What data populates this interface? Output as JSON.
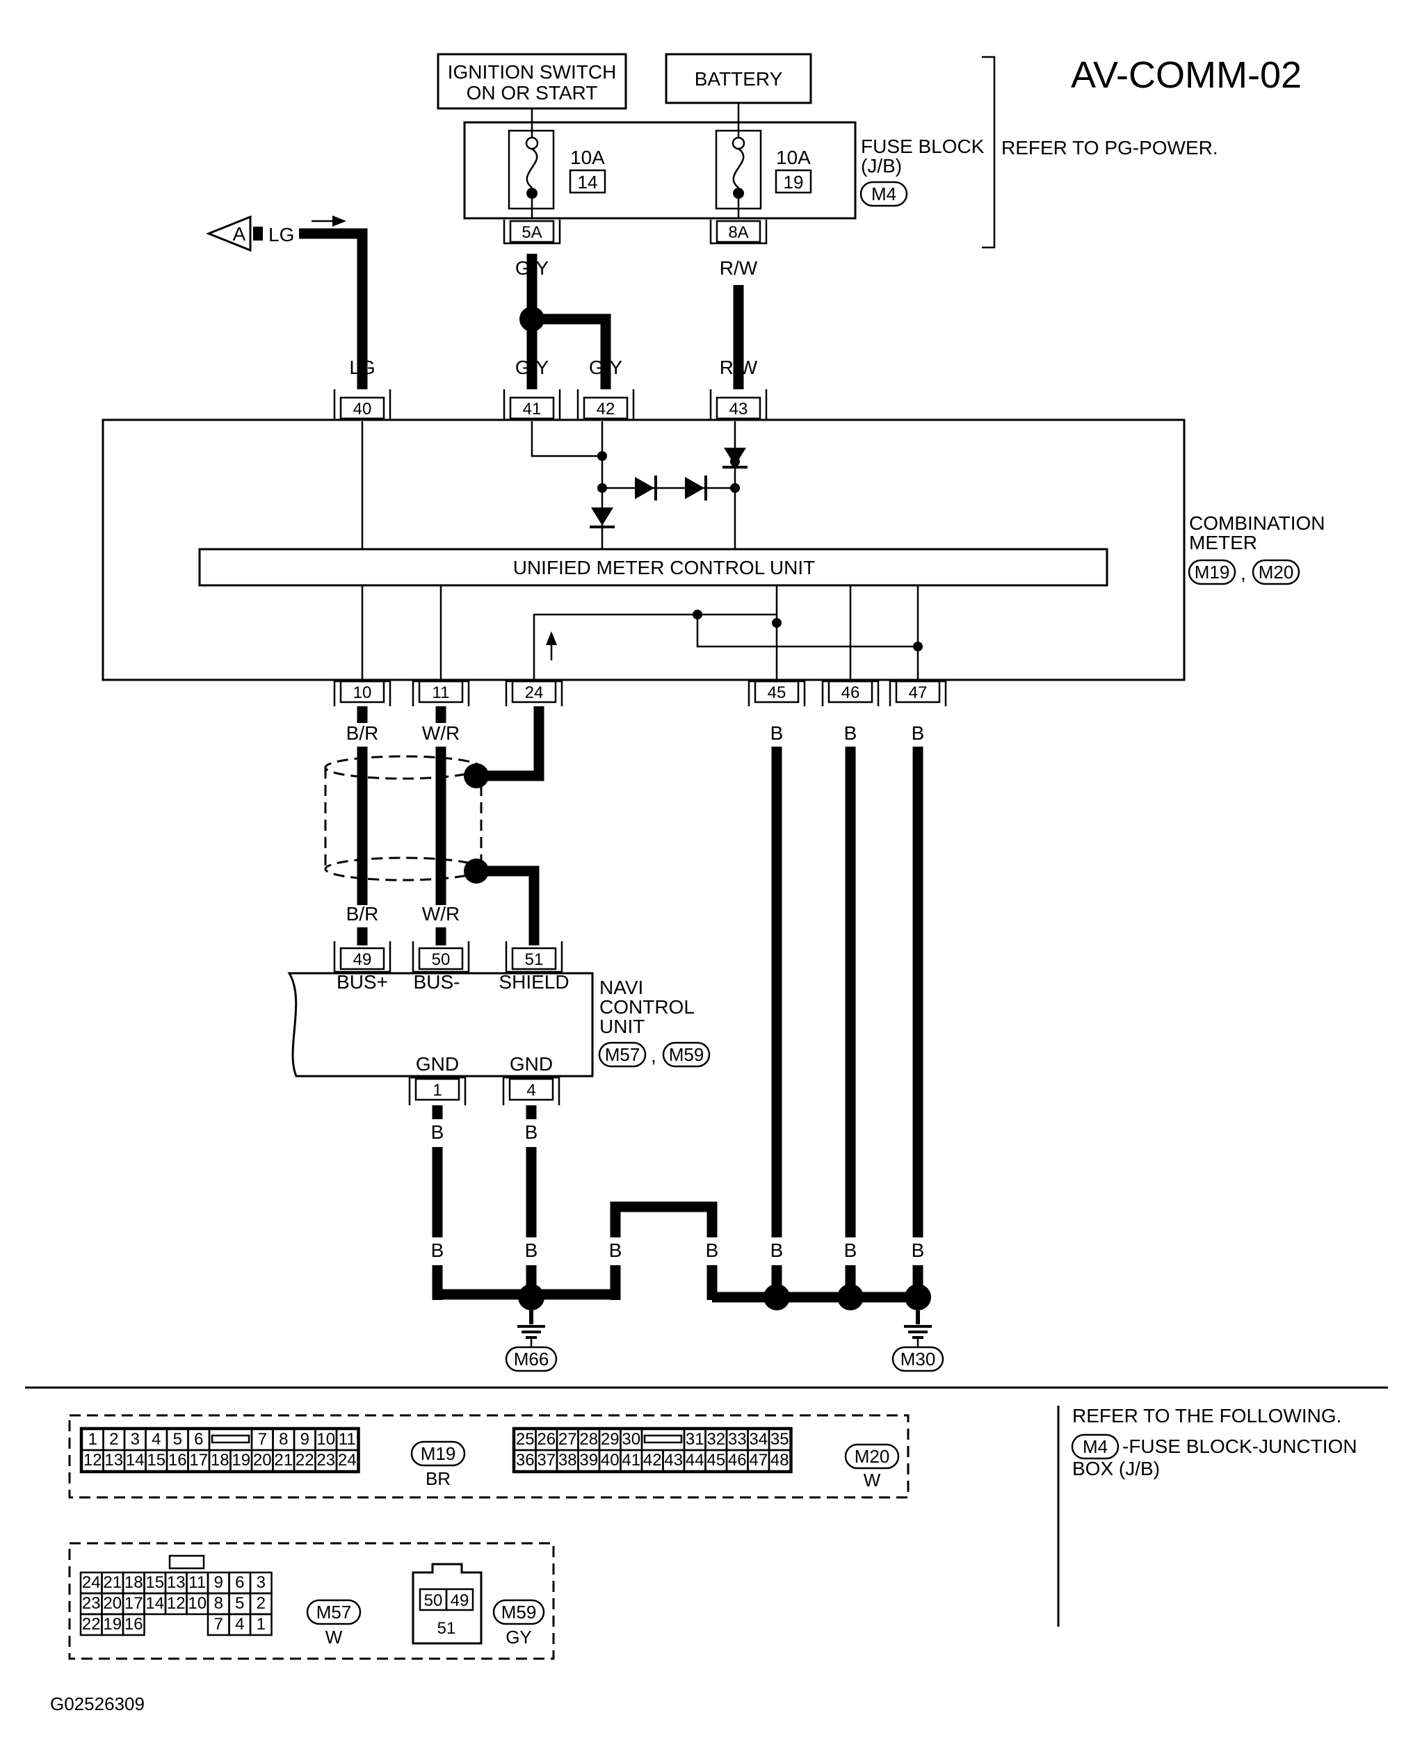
{
  "title": "AV-COMM-02",
  "figure_id": "G02526309",
  "power": {
    "ignition": "IGNITION SWITCH ON OR START",
    "battery": "BATTERY",
    "fuse_block_label": "FUSE BLOCK (J/B)",
    "fuse_block_connector": "M4",
    "refer": "REFER TO PG-POWER.",
    "fuses": [
      {
        "amp": "10A",
        "num": "14",
        "pin": "5A",
        "wire": "G/Y"
      },
      {
        "amp": "10A",
        "num": "19",
        "pin": "8A",
        "wire": "R/W"
      }
    ]
  },
  "off_page": {
    "letter": "A",
    "wire": "LG"
  },
  "combination_meter": {
    "name": "COMBINATION METER",
    "connectors": [
      "M19",
      "M20"
    ],
    "unit_label": "UNIFIED METER CONTROL UNIT",
    "top_pins": [
      {
        "pin": "40",
        "wire": "LG"
      },
      {
        "pin": "41",
        "wire": "G/Y"
      },
      {
        "pin": "42",
        "wire": "G/Y"
      },
      {
        "pin": "43",
        "wire": "R/W"
      }
    ],
    "bottom_pins": [
      {
        "pin": "10",
        "wire": "B/R"
      },
      {
        "pin": "11",
        "wire": "W/R"
      },
      {
        "pin": "24",
        "wire": ""
      },
      {
        "pin": "45",
        "wire": "B"
      },
      {
        "pin": "46",
        "wire": "B"
      },
      {
        "pin": "47",
        "wire": "B"
      }
    ]
  },
  "navi": {
    "name": "NAVI CONTROL UNIT",
    "connectors": [
      "M57",
      "M59"
    ],
    "top_pins": [
      {
        "pin": "49",
        "wire": "B/R",
        "signal": "BUS+"
      },
      {
        "pin": "50",
        "wire": "W/R",
        "signal": "BUS-"
      },
      {
        "pin": "51",
        "wire": "",
        "signal": "SHIELD"
      }
    ],
    "bottom_pins": [
      {
        "pin": "1",
        "wire": "B",
        "signal": "GND"
      },
      {
        "pin": "4",
        "wire": "B",
        "signal": "GND"
      }
    ]
  },
  "ground_wire": "B",
  "grounds": [
    "M66",
    "M30"
  ],
  "refer_following": {
    "heading": "REFER TO THE FOLLOWING.",
    "connector": "M4",
    "description": "-FUSE BLOCK-JUNCTION BOX (J/B)"
  },
  "connector_views": {
    "m19": {
      "id": "M19",
      "color": "BR",
      "row1": [
        "1",
        "2",
        "3",
        "4",
        "5",
        "6",
        "",
        "7",
        "8",
        "9",
        "10",
        "11"
      ],
      "row2": [
        "12",
        "13",
        "14",
        "15",
        "16",
        "17",
        "18",
        "19",
        "20",
        "21",
        "22",
        "23",
        "24"
      ]
    },
    "m20": {
      "id": "M20",
      "color": "W",
      "row1": [
        "25",
        "26",
        "27",
        "28",
        "29",
        "30",
        "",
        "31",
        "32",
        "33",
        "34",
        "35"
      ],
      "row2": [
        "36",
        "37",
        "38",
        "39",
        "40",
        "41",
        "42",
        "43",
        "44",
        "45",
        "46",
        "47",
        "48"
      ]
    },
    "m57": {
      "id": "M57",
      "color": "W",
      "row1": [
        "24",
        "21",
        "18",
        "15",
        "13",
        "11",
        "9",
        "6",
        "3"
      ],
      "row2": [
        "23",
        "20",
        "17",
        "14",
        "12",
        "10",
        "8",
        "5",
        "2"
      ],
      "row3": [
        "22",
        "19",
        "16",
        "7",
        "4",
        "1"
      ]
    },
    "m59": {
      "id": "M59",
      "color": "GY",
      "pins": [
        "50",
        "49",
        "51"
      ]
    }
  }
}
